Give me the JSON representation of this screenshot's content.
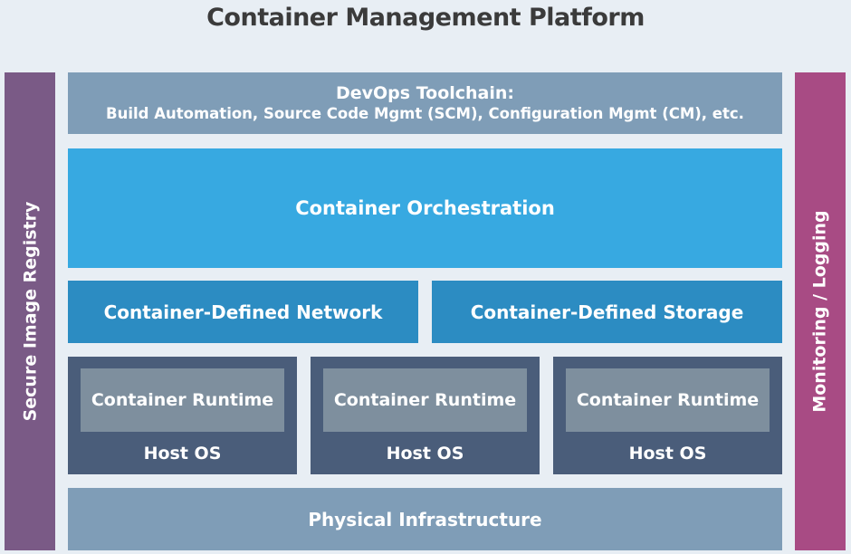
{
  "title": "Container Management Platform",
  "left_sidebar": {
    "label": "Secure Image Registry",
    "color": "#7a5a86"
  },
  "right_sidebar": {
    "label": "Monitoring / Logging",
    "color": "#a84b84"
  },
  "devops": {
    "line1": "DevOps Toolchain:",
    "line2": "Build Automation, Source Code Mgmt (SCM), Configuration Mgmt (CM), etc."
  },
  "orchestration": {
    "label": "Container Orchestration",
    "color": "#37a9e1"
  },
  "network": {
    "label": "Container-Defined Network"
  },
  "storage": {
    "label": "Container-Defined Storage"
  },
  "hosts": [
    {
      "runtime": "Container Runtime",
      "os": "Host OS"
    },
    {
      "runtime": "Container Runtime",
      "os": "Host OS"
    },
    {
      "runtime": "Container Runtime",
      "os": "Host OS"
    }
  ],
  "physical": {
    "label": "Physical Infrastructure"
  }
}
